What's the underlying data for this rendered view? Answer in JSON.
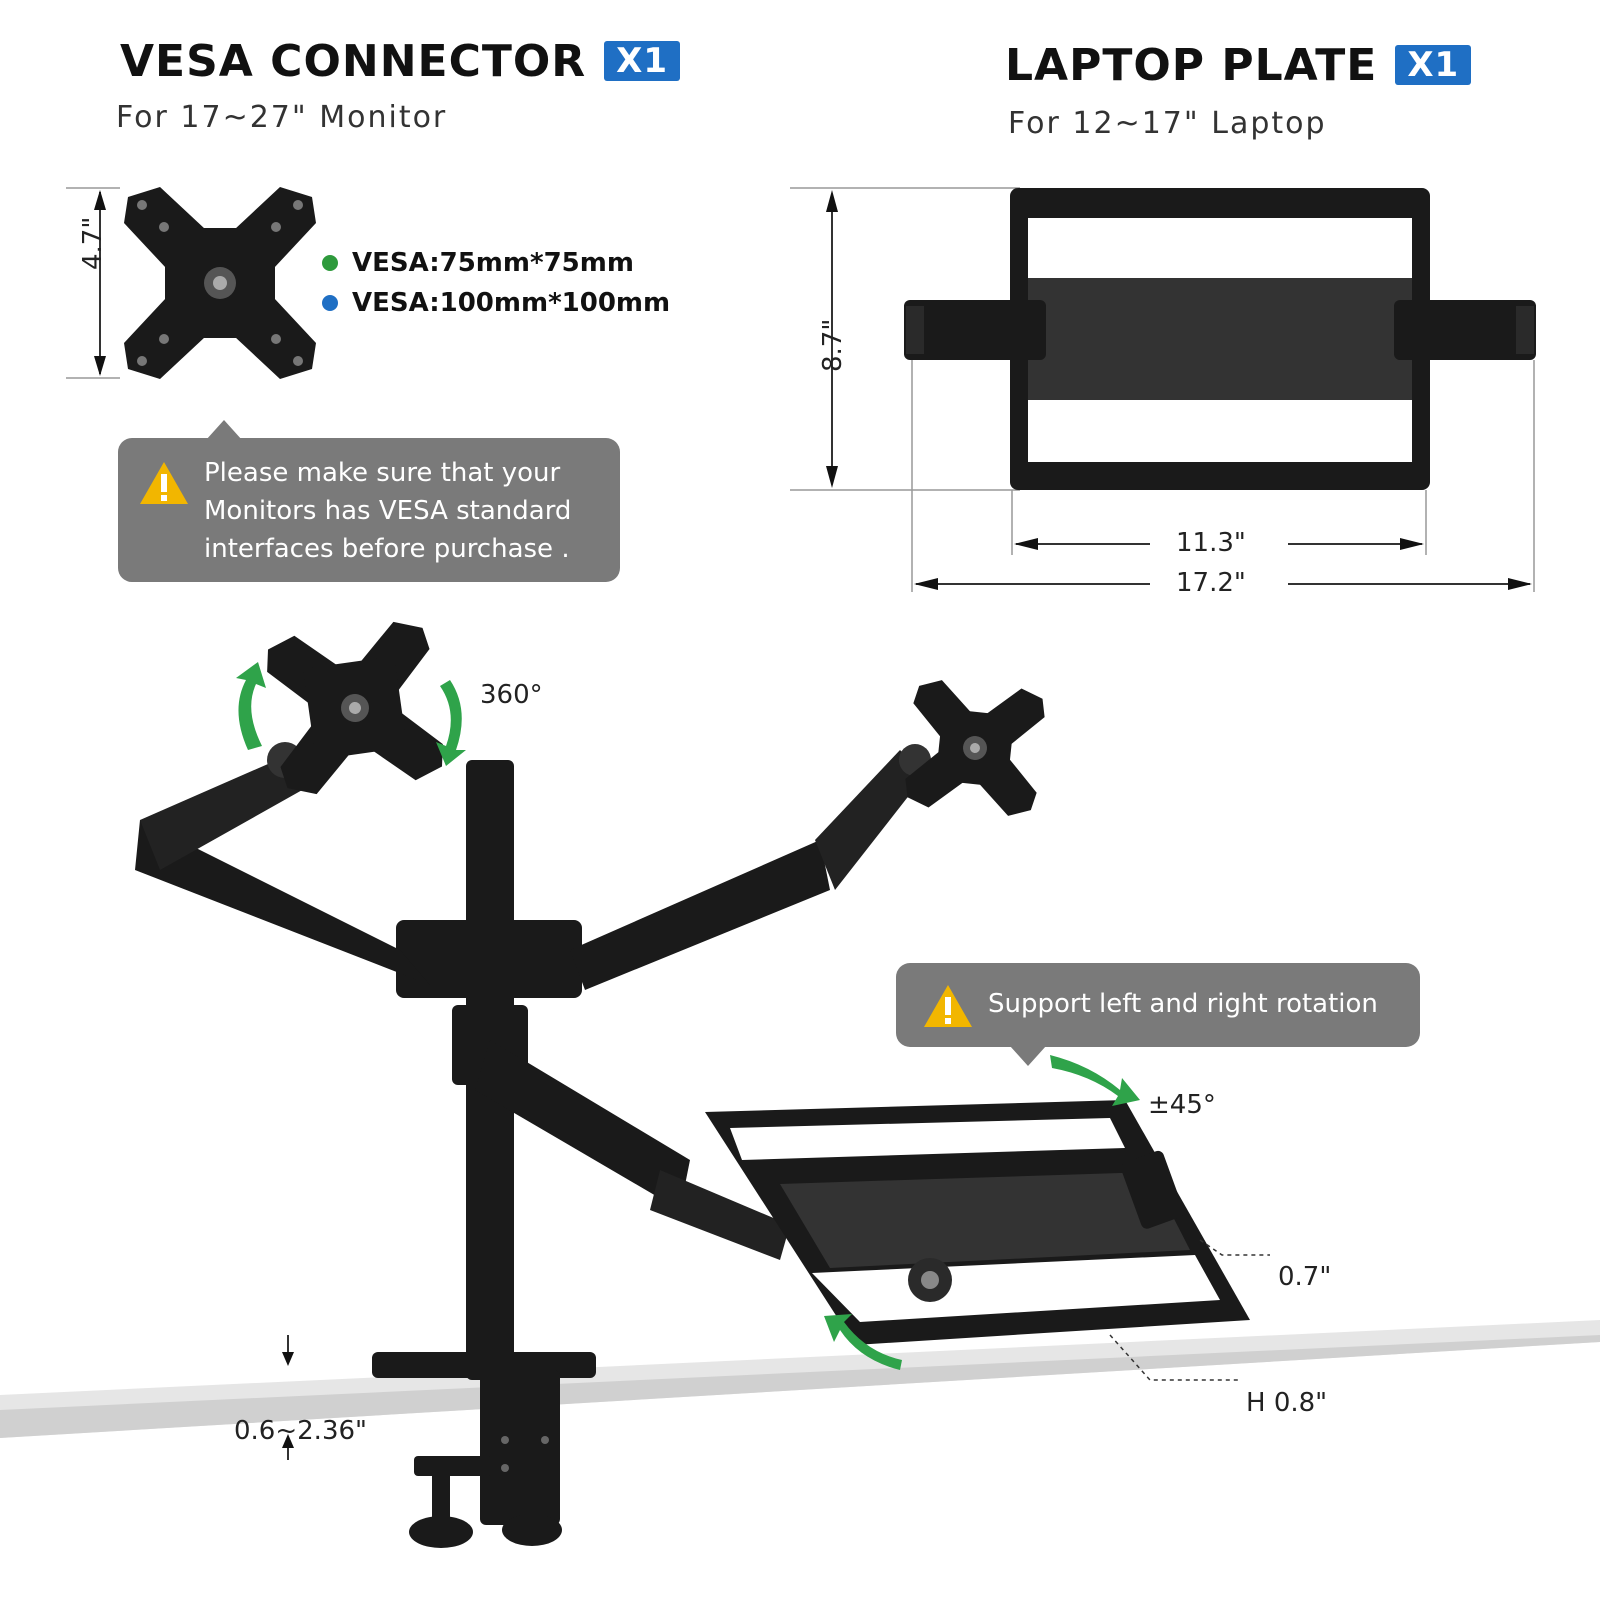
{
  "vesa_section": {
    "title": "VESA CONNECTOR",
    "badge": "X1",
    "subtitle": "For 17~27\" Monitor",
    "height_dim": "4.7\"",
    "specs": [
      "VESA:75mm*75mm",
      "VESA:100mm*100mm"
    ],
    "spec_colors": [
      "#2e9a3c",
      "#1f6fc4"
    ]
  },
  "laptop_section": {
    "title": "LAPTOP PLATE",
    "badge": "X1",
    "subtitle": "For 12~17\" Laptop",
    "height_dim": "8.7\"",
    "inner_width_dim": "11.3\"",
    "outer_width_dim": "17.2\""
  },
  "notes": {
    "vesa_warning": [
      "Please make sure that your",
      "Monitors has VESA standard",
      "interfaces before purchase ."
    ],
    "rotation_note": "Support left and right rotation"
  },
  "product_labels": {
    "rotation_360": "360°",
    "tilt_45": "±45°",
    "lip_height": "0.7\"",
    "plate_height": "H 0.8\"",
    "desk_thickness": "0.6~2.36\""
  },
  "colors": {
    "badge_blue": "#1f6fc4",
    "note_gray": "#7a7a7a",
    "arrow_green": "#2fa34a",
    "warning_yellow": "#f2b600",
    "mount_black": "#1a1a1a"
  }
}
